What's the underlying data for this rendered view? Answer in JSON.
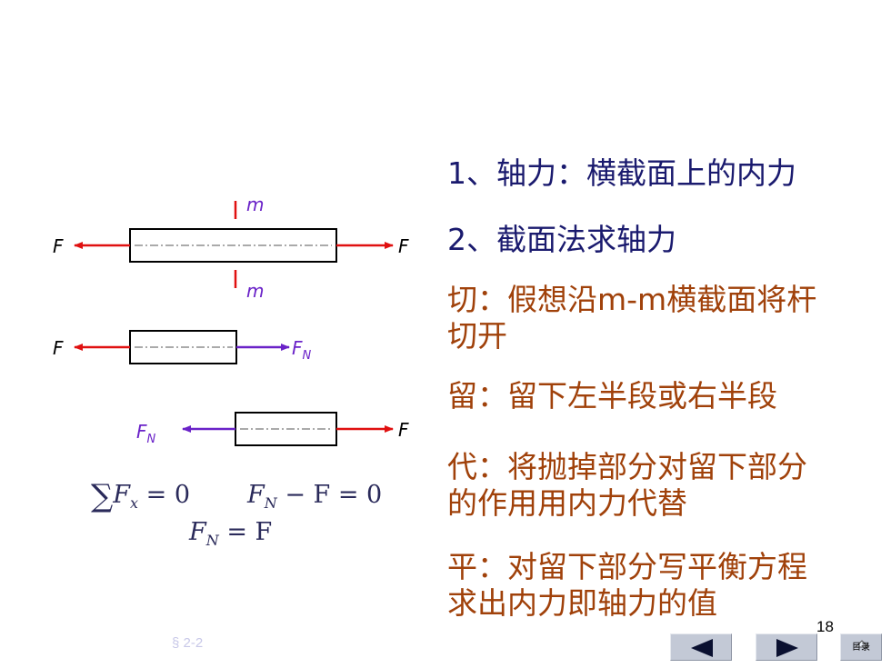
{
  "title_lines": {
    "line1": "1、轴力：横截面上的内力",
    "line2": "2、截面法求轴力"
  },
  "steps": {
    "cut_1": "切：假想沿m-m横截面将杆",
    "cut_2": "切开",
    "keep": "留：留下左半段或右半段",
    "replace_1": "代：将抛掉部分对留下部分",
    "replace_2": "的作用用内力代替",
    "balance_1": "平：对留下部分写平衡方程",
    "balance_2": "求出内力即轴力的值"
  },
  "labels": {
    "force": "F",
    "axial_force": "F",
    "axial_sub": "N",
    "section_mark": "m"
  },
  "equations": {
    "sum_symbol": "∑",
    "sum_F": "F",
    "sum_sub": "x",
    "sum_rhs": " = 0",
    "eq2_F": "F",
    "eq2_sub": "N",
    "eq2_rest": " − F = 0",
    "eq3_F": "F",
    "eq3_sub": "N",
    "eq3_rest": " = F"
  },
  "footer": {
    "page_number": "18",
    "section": "§ 2-2",
    "toc_label": "目录"
  },
  "colors": {
    "force_red": "#e01010",
    "internal_purple": "#6a22c8",
    "navy": "#1a1a6e",
    "brown": "#a0410a",
    "button": "#c3c9d6"
  },
  "icons": [
    "previous-arrow-icon",
    "next-arrow-icon",
    "home-icon"
  ]
}
